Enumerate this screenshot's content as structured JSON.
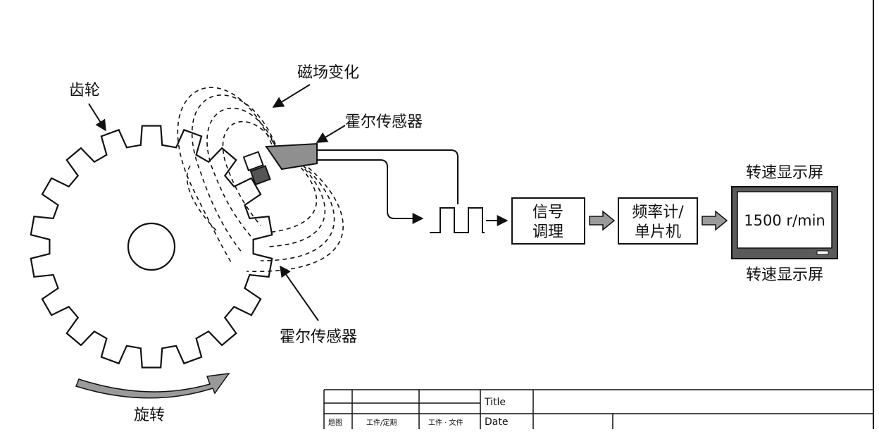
{
  "labels": {
    "gear": "齿轮",
    "magnetic_change": "磁场变化",
    "hall_sensor_top": "霍尔传感器",
    "hall_sensor_bottom": "霍尔传感器",
    "rotation": "旋转"
  },
  "blocks": {
    "signal_conditioning": [
      "信号",
      "调理"
    ],
    "frequency_counter": [
      "频率计/",
      "单片机"
    ]
  },
  "display": {
    "title_top": "转速显示屏",
    "reading": "1500 r/min",
    "title_bottom": "转速显示屏"
  },
  "title_block": {
    "title_label": "Title",
    "date_label": "Date",
    "col_1": "题图",
    "col_2": "工件/定期",
    "col_3": "工件 · 文件"
  },
  "colors": {
    "ink": "#111111",
    "sensor_fill": "#8f8f8f",
    "arrow_fill": "#9a9a9a",
    "screen_bezel": "#5a5a5a"
  }
}
